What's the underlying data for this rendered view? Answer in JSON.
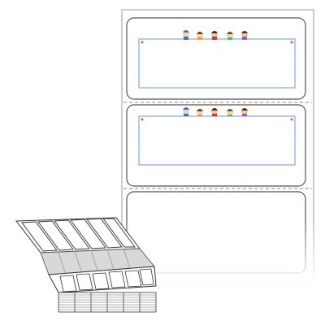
{
  "product": {
    "sheet": {
      "label_count": 3,
      "printed_labels": 2,
      "colors": {
        "outline": "#555555",
        "frame_blue": "#6d95d6",
        "corner_red": "#e06a5a",
        "perforation": "#888888"
      }
    },
    "fanfold_stack": {
      "top_panel_columns": 6
    },
    "illustration_icons": [
      "boy-cap-icon",
      "girl-orange-icon",
      "boy-dark-icon",
      "girl-green-icon",
      "boy-purple-icon"
    ]
  }
}
